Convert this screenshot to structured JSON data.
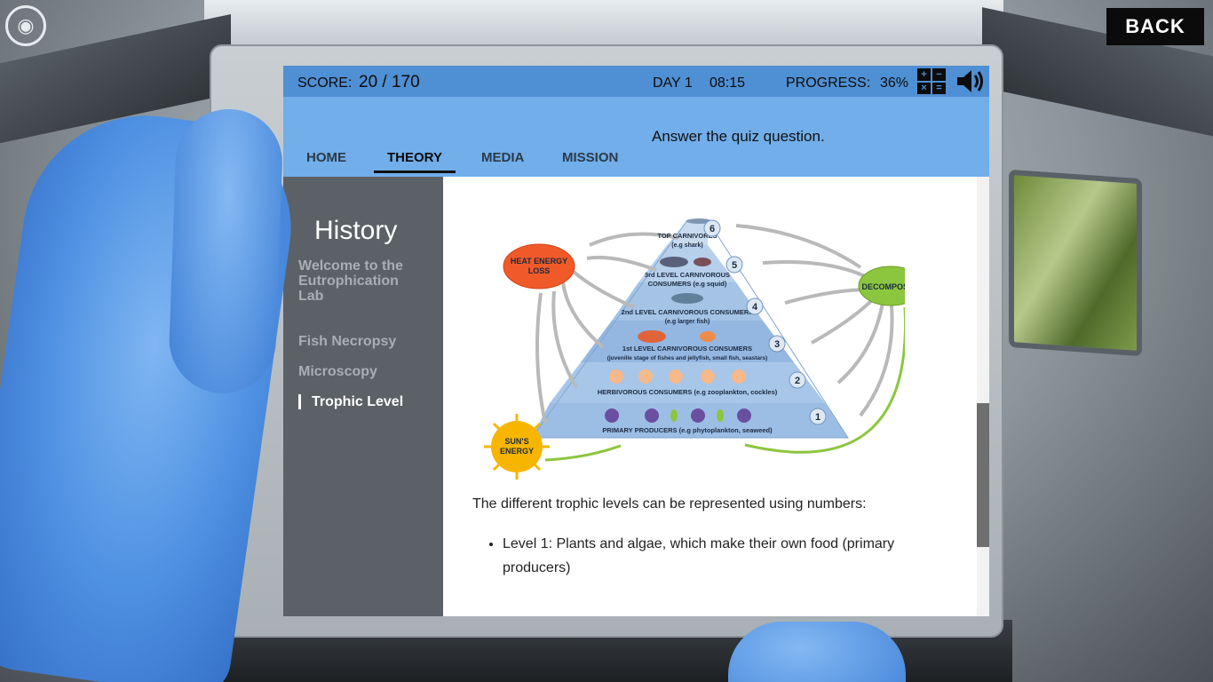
{
  "app": {
    "back_label": "BACK"
  },
  "topbar": {
    "score_label": "SCORE:",
    "score_value": "20 / 170",
    "day": "DAY 1",
    "time": "08:15",
    "progress_label": "PROGRESS:",
    "progress_value": "36%"
  },
  "nav": {
    "instruction": "Answer the quiz question.",
    "tabs": [
      {
        "label": "HOME"
      },
      {
        "label": "THEORY"
      },
      {
        "label": "MEDIA"
      },
      {
        "label": "MISSION"
      }
    ],
    "active_tab": "THEORY"
  },
  "sidebar": {
    "title": "History",
    "items": [
      {
        "label": "Welcome to the Eutrophication Lab"
      },
      {
        "label": "Fish Necropsy"
      },
      {
        "label": "Microscopy"
      },
      {
        "label": "Trophic Level"
      }
    ],
    "active_item": "Trophic Level"
  },
  "diagram": {
    "heat_loss": "HEAT ENERGY LOSS",
    "decomposer": "DECOMPOSER",
    "sun": "SUN'S ENERGY",
    "levels": [
      {
        "num": "6",
        "title": "TOP CARNIVORES",
        "sub": "(e.g shark)"
      },
      {
        "num": "5",
        "title": "3rd LEVEL CARNIVOROUS",
        "sub": "CONSUMERS (e.g squid)"
      },
      {
        "num": "4",
        "title": "2nd LEVEL CARNIVOROUS CONSUMERS",
        "sub": "(e.g larger fish)"
      },
      {
        "num": "3",
        "title": "1st LEVEL CARNIVOROUS CONSUMERS",
        "sub": "(juvenille stage of fishes and jellyfish, small fish, seastars)"
      },
      {
        "num": "2",
        "title": "HERBIVOROUS CONSUMERS (e.g zooplankton, cockles)",
        "sub": ""
      },
      {
        "num": "1",
        "title": "PRIMARY PRODUCERS (e.g phytoplankton, seaweed)",
        "sub": ""
      }
    ]
  },
  "content": {
    "paragraph": "The different trophic levels can be represented using numbers:",
    "bullets": [
      "Level 1: Plants and algae, which make their own food (primary producers)"
    ]
  },
  "colors": {
    "topbar": "#4f8fd3",
    "navbar": "#71aeea",
    "sidebar": "#5b6166",
    "heat_loss": "#f05a28",
    "decomposer": "#8cc63f",
    "sun": "#f7b500"
  },
  "icons": [
    "view-rotate-icon",
    "calculator-icon",
    "speaker-icon"
  ]
}
